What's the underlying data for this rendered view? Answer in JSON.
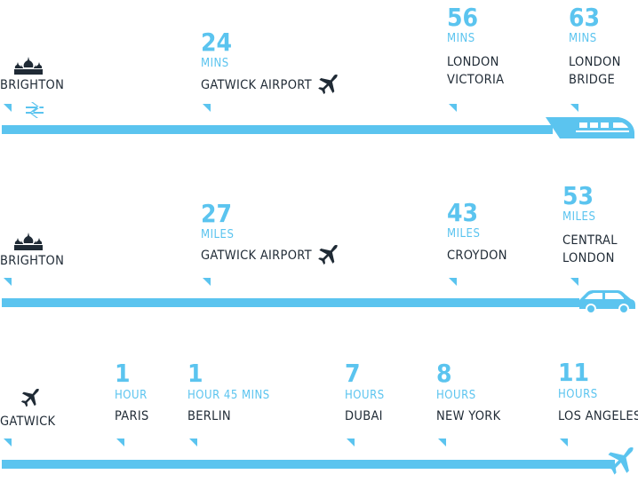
{
  "colors": {
    "accent": "#5bc4ef",
    "text": "#1f2a35",
    "background": "#ffffff"
  },
  "rows": [
    {
      "name": "train",
      "origin": {
        "label": "BRIGHTON",
        "icons": [
          "pavilion-icon",
          "rail-icon"
        ]
      },
      "stops": [
        {
          "value": "24",
          "unit": "MINS",
          "label": "GATWICK AIRPORT",
          "icon": "airplane-icon"
        },
        {
          "value": "56",
          "unit": "MINS",
          "label": "LONDON\nVICTORIA"
        },
        {
          "value": "63",
          "unit": "MINS",
          "label": "LONDON\nBRIDGE"
        }
      ],
      "end_icon": "train-icon"
    },
    {
      "name": "car",
      "origin": {
        "label": "BRIGHTON",
        "icons": [
          "pavilion-icon"
        ]
      },
      "stops": [
        {
          "value": "27",
          "unit": "MILES",
          "label": "GATWICK AIRPORT",
          "icon": "airplane-icon"
        },
        {
          "value": "43",
          "unit": "MILES",
          "label": "CROYDON"
        },
        {
          "value": "53",
          "unit": "MILES",
          "label": "CENTRAL\nLONDON"
        }
      ],
      "end_icon": "car-icon"
    },
    {
      "name": "flight",
      "origin": {
        "label": "GATWICK",
        "icons": [
          "airplane-icon"
        ]
      },
      "stops": [
        {
          "value": "1",
          "unit": "HOUR",
          "label": "PARIS"
        },
        {
          "value": "1",
          "unit": "HOUR 45 MINS",
          "label": "BERLIN"
        },
        {
          "value": "7",
          "unit": "HOURS",
          "label": "DUBAI"
        },
        {
          "value": "8",
          "unit": "HOURS",
          "label": "NEW YORK"
        },
        {
          "value": "11",
          "unit": "HOURS",
          "label": "LOS ANGELES"
        }
      ],
      "end_icon": "jet-icon"
    }
  ]
}
